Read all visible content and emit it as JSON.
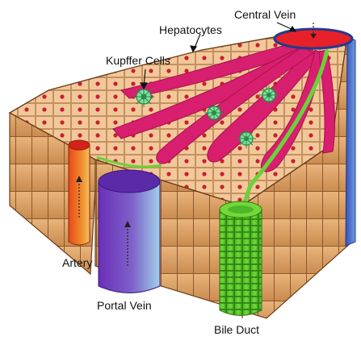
{
  "labels": {
    "central_vein": "Central Vein",
    "hepatocytes": "Hepatocytes",
    "kupffer_cells": "Kupffer Cells",
    "artery": "Artery",
    "portal_vein": "Portal Vein",
    "bile_duct": "Bile Duct"
  },
  "colors": {
    "hepatocyte": "#f2c89a",
    "hepatocyte_side": "#e0a86e",
    "hepatocyte_outline": "#7a4a22",
    "nucleus": "#c8202a",
    "sinusoid": "#d81e6e",
    "sinusoid_dark": "#a8124a",
    "central_vein": "#e8202a",
    "portal_vein": "#7a3ccf",
    "artery": "#e85a1a",
    "bile_duct": "#5ccc2a",
    "kupffer": "#3aa86a"
  }
}
